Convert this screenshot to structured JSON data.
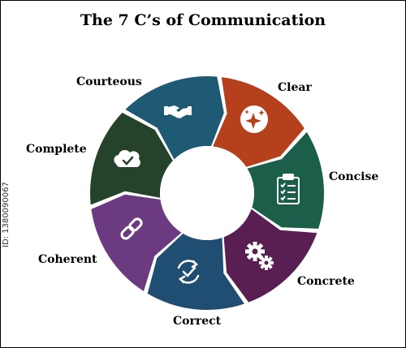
{
  "title": "The 7 C’s of Communication",
  "side_id": "ID: 1380090067",
  "segments": [
    {
      "label": "Clear",
      "color": "#B5401C",
      "icon": "sparkles-icon"
    },
    {
      "label": "Concise",
      "color": "#1B5E4A",
      "icon": "clipboard-checklist-icon"
    },
    {
      "label": "Concrete",
      "color": "#5A1F52",
      "icon": "gears-icon"
    },
    {
      "label": "Correct",
      "color": "#1F4E72",
      "icon": "cycle-check-icon"
    },
    {
      "label": "Coherent",
      "color": "#6B3A80",
      "icon": "chain-link-icon"
    },
    {
      "label": "Complete",
      "color": "#25432A",
      "icon": "cloud-check-icon"
    },
    {
      "label": "Courteous",
      "color": "#1E5A73",
      "icon": "handshake-icon"
    }
  ]
}
